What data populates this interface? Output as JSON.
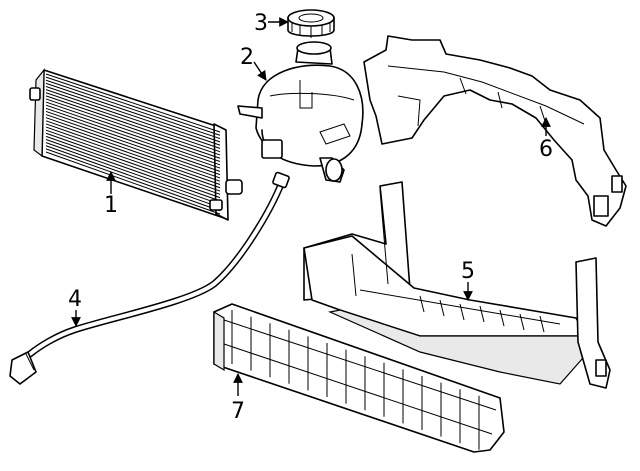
{
  "callouts": [
    {
      "id": "1",
      "text": "1"
    },
    {
      "id": "2",
      "text": "2"
    },
    {
      "id": "3",
      "text": "3"
    },
    {
      "id": "4",
      "text": "4"
    },
    {
      "id": "5",
      "text": "5"
    },
    {
      "id": "6",
      "text": "6"
    },
    {
      "id": "7",
      "text": "7"
    }
  ],
  "colors": {
    "line": "#000000",
    "background": "#ffffff",
    "shade": "#e9e9e9"
  }
}
